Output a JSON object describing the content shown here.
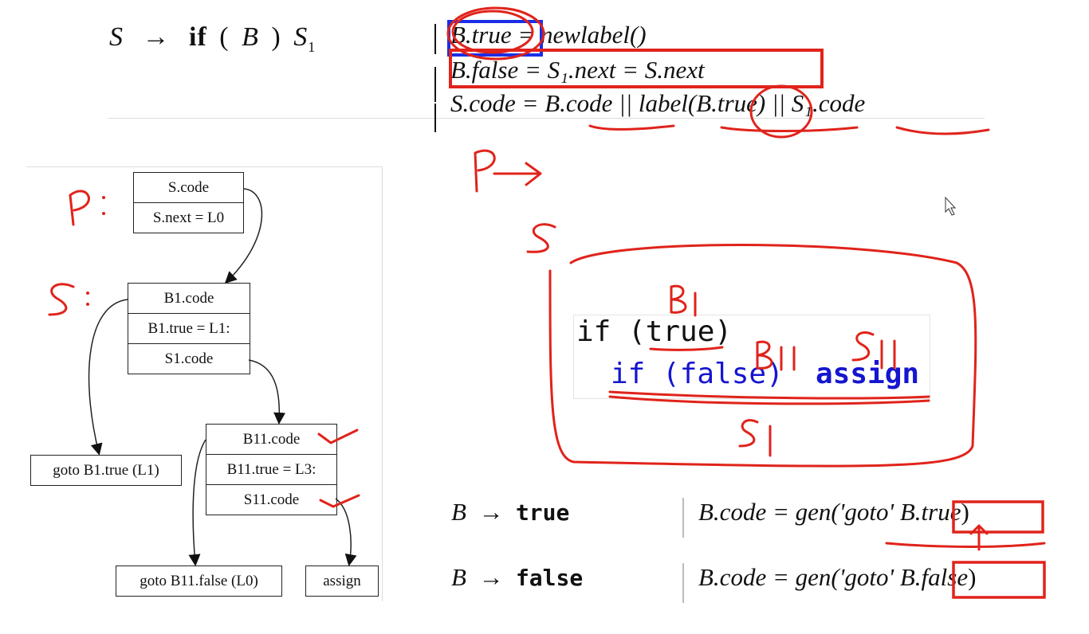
{
  "top_rule": {
    "production": {
      "lhs": "S",
      "arrow": "→",
      "kw": "if",
      "open": "(",
      "b": "B",
      "close": ")",
      "s1": "S",
      "s1_sub": "1"
    },
    "semantic": [
      {
        "line": "B.true = newlabel()"
      },
      {
        "line": "B.false = S₁.next = S.next"
      },
      {
        "line": "S.code = B.code || label(B.true) || S₁.code"
      }
    ]
  },
  "tree": {
    "root": {
      "cells": [
        "S.code",
        "S.next = L0"
      ]
    },
    "s_node": {
      "cells": [
        "B1.code",
        "B1.true = L1:",
        "S1.code"
      ]
    },
    "s1_node": {
      "cells": [
        "B11.code",
        "B11.true = L3:",
        "S11.code"
      ]
    },
    "leaves": [
      "goto B1.true (L1)",
      "goto B11.false (L0)",
      "assign"
    ]
  },
  "code": {
    "line1": "if (true)",
    "line2_kw": "if (false)",
    "line2_tail": "assign"
  },
  "bottom_rules": [
    {
      "lhs": "B",
      "arrow": "→",
      "rhs": "true",
      "sem_prefix": "B.code = gen('goto' ",
      "sem_target": "B.true",
      "sem_suffix": ")"
    },
    {
      "lhs": "B",
      "arrow": "→",
      "rhs": "false",
      "sem_prefix": "B.code = gen('goto' ",
      "sem_target": "B.false",
      "sem_suffix": ")"
    }
  ],
  "annotations": {
    "p_colon": "P:",
    "s_colon": "S:",
    "p_arrow": "P→",
    "s_big": "S",
    "b1": "B1",
    "b11": "B11",
    "s11": "S11",
    "s1": "S1"
  },
  "colors": {
    "ink_red": "#e0231b",
    "highlight_blue": "#1a2ee6",
    "code_blue": "#1515d0"
  }
}
